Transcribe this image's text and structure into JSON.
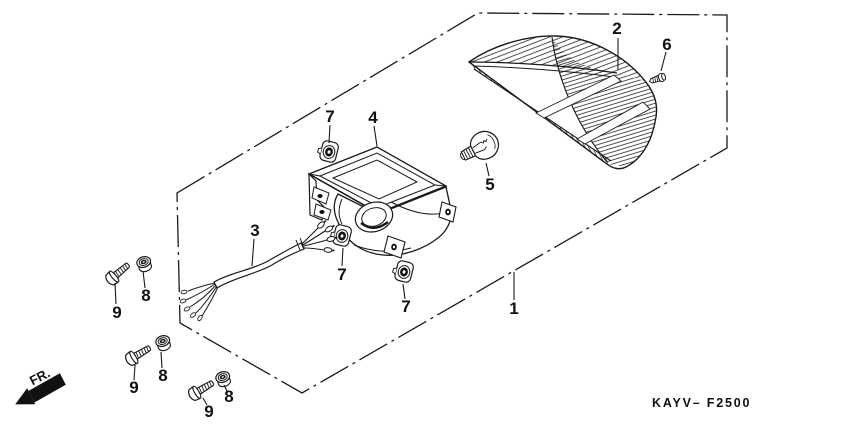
{
  "diagram_code": "KAYV– F2500",
  "orientation": {
    "label": "FR."
  },
  "callouts": {
    "c1": "1",
    "c2": "2",
    "c3": "3",
    "c4": "4",
    "c5": "5",
    "c6": "6",
    "c7a": "7",
    "c7b": "7",
    "c7c": "7",
    "c8a": "8",
    "c8b": "8",
    "c8c": "8",
    "c9a": "9",
    "c9b": "9",
    "c9c": "9"
  },
  "colors": {
    "line": "#1a1a1a",
    "background": "#ffffff"
  }
}
